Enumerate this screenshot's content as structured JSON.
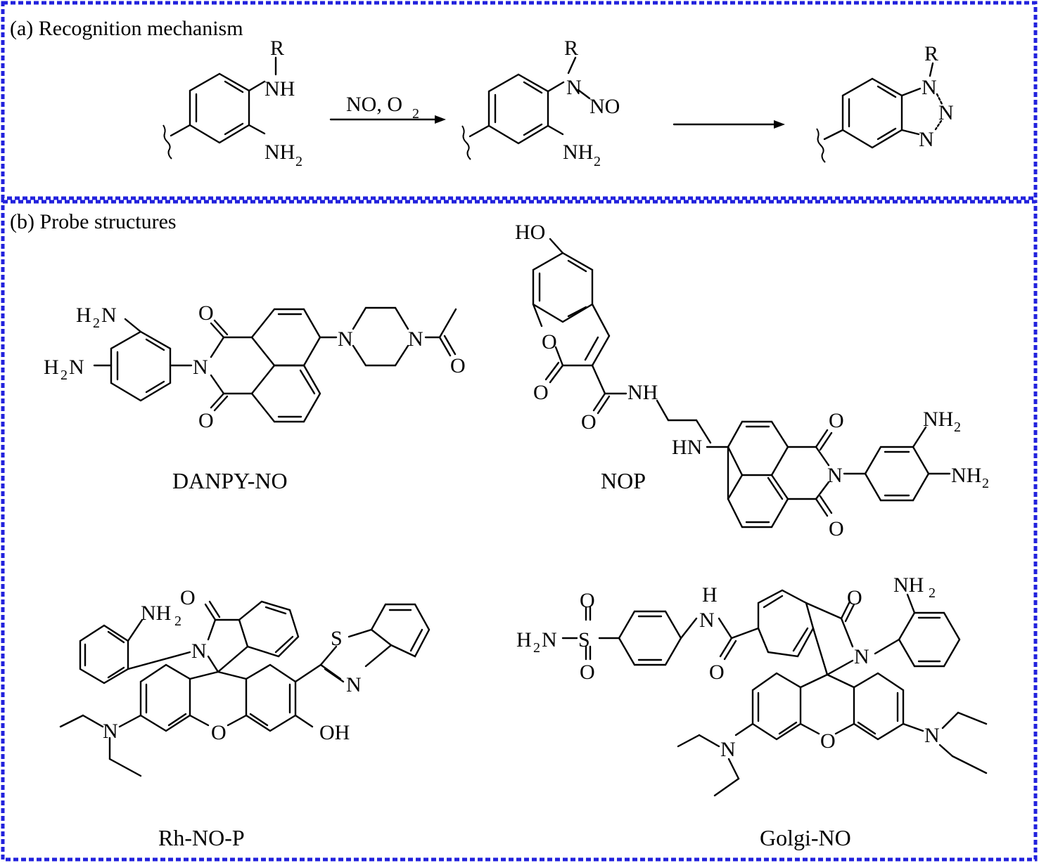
{
  "panel_a": {
    "title": "(a)  Recognition mechanism",
    "reagent": "NO, O",
    "reagent_sub": "2",
    "atoms": {
      "R": "R",
      "NH": "NH",
      "N": "N",
      "NO": "NO",
      "NH2_base": "NH",
      "sub2": "2"
    }
  },
  "panel_b": {
    "title": "(b)  Probe structures",
    "probes": [
      {
        "name": "DANPY-NO"
      },
      {
        "name": "NOP"
      },
      {
        "name": "Rh-NO-P"
      },
      {
        "name": "Golgi-NO"
      }
    ],
    "atoms": {
      "H2N_base": "H",
      "H2N_tail": "N",
      "O": "O",
      "N": "N",
      "HO": "HO",
      "NH": "NH",
      "HN": "HN",
      "NH2_base": "NH",
      "sub2": "2",
      "S": "S",
      "OH": "OH",
      "H": "H"
    }
  },
  "colors": {
    "frame": "#2222dd",
    "ink": "#000000"
  }
}
